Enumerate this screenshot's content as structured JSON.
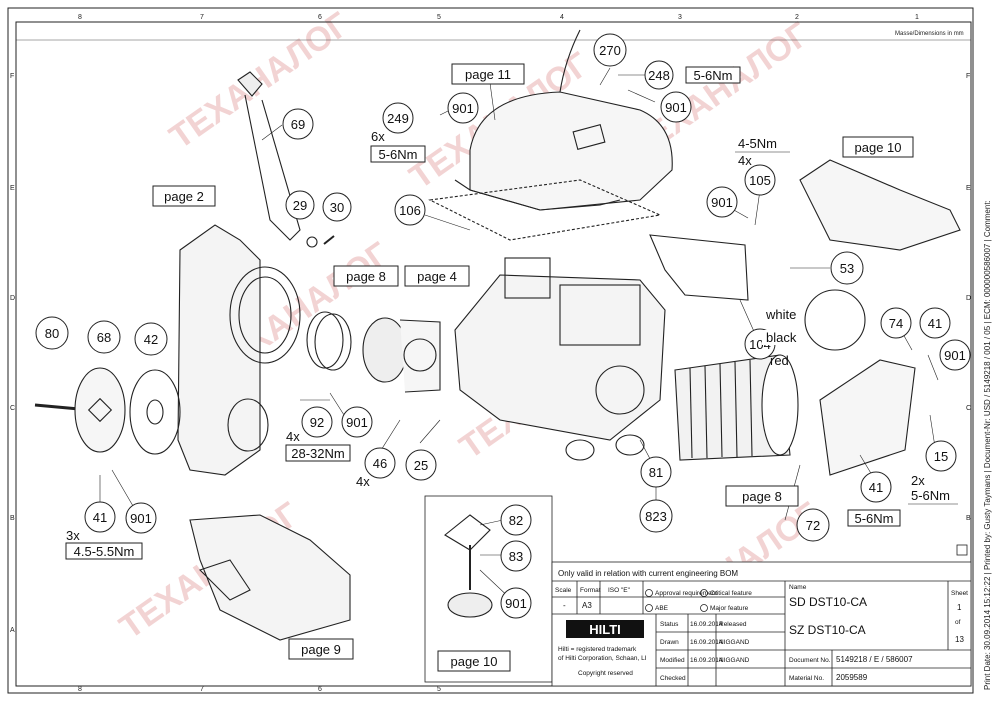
{
  "frame": {
    "top_cols": [
      "8",
      "7",
      "6",
      "5",
      "4",
      "3",
      "2",
      "1"
    ],
    "rows": [
      "F",
      "E",
      "D",
      "C",
      "B",
      "A"
    ],
    "note": "Masse/Dimensions in mm"
  },
  "side_text": "Print Date: 30.09.2014 15:12:22 | Printed by: Gusty Taymans | Document-Nr: USD / 5149218 / 001 / 05 | ECM: 000000586007 | Comment:",
  "watermark": "ТЕХАНАЛОГ",
  "page_refs": {
    "p11": "page 11",
    "p2": "page 2",
    "p8a": "page 8",
    "p4": "page 4",
    "p10a": "page 10",
    "p8b": "page 8",
    "p9": "page 9",
    "p10b": "page 10"
  },
  "callouts": {
    "c270": "270",
    "c248": "248",
    "c901a": "901",
    "c249": "249",
    "c901b": "901",
    "c69": "69",
    "c29": "29",
    "c30": "30",
    "c106": "106",
    "c105": "105",
    "c901c": "901",
    "c53": "53",
    "c104": "104",
    "c74": "74",
    "c41a": "41",
    "c901d": "901",
    "c80": "80",
    "c68": "68",
    "c42": "42",
    "c92": "92",
    "c901e": "901",
    "c46": "46",
    "c25": "25",
    "c81": "81",
    "c823": "823",
    "c15": "15",
    "c41b": "41",
    "c72": "72",
    "c41c": "41",
    "c901f": "901",
    "c82": "82",
    "c83": "83",
    "c901g": "901"
  },
  "torques": {
    "t248": "5-6Nm",
    "t249": "5-6Nm",
    "t105": "4-5Nm",
    "t92": "28-32Nm",
    "t41bot": "4.5-5.5Nm",
    "t15": "5-6Nm",
    "t41right": "5-6Nm"
  },
  "qty": {
    "q249": "6x",
    "q105": "4x",
    "q92": "4x",
    "q46": "4x",
    "q41": "3x",
    "q15": "2x"
  },
  "wires": {
    "white": "white",
    "black": "black",
    "red": "red"
  },
  "title_block": {
    "validity": "Only valid in relation with current engineering BOM",
    "scale_label": "Scale",
    "scale_value": "-",
    "format_label": "Format",
    "format_value": "A3",
    "iso_label": "ISO \"E\"",
    "approval": "Approval requirement",
    "abe": "ABE",
    "critical": "Critical feature",
    "major": "Major feature",
    "name_label": "Name",
    "name1": "SD DST10-CA",
    "name2": "SZ DST10-CA",
    "sheet_label": "Sheet",
    "sheet_no": "1",
    "of_label": "of",
    "sheet_total": "13",
    "logo": "HILTI",
    "trademark1": "Hilti = registered trademark",
    "trademark2": "of Hilti Corporation, Schaan, LI",
    "copyright": "Copyright reserved",
    "rows": [
      {
        "label": "Status",
        "date": "16.09.2014",
        "who": "Released"
      },
      {
        "label": "Drawn",
        "date": "16.09.2014",
        "who": "NIGGAND"
      },
      {
        "label": "Modified",
        "date": "16.09.2014",
        "who": "NIGGAND"
      },
      {
        "label": "Checked",
        "date": "",
        "who": ""
      }
    ],
    "docno_label": "Document No.",
    "docno_value": "5149218 / E / 586007",
    "material_label": "Material No.",
    "material_value": "2059589"
  }
}
